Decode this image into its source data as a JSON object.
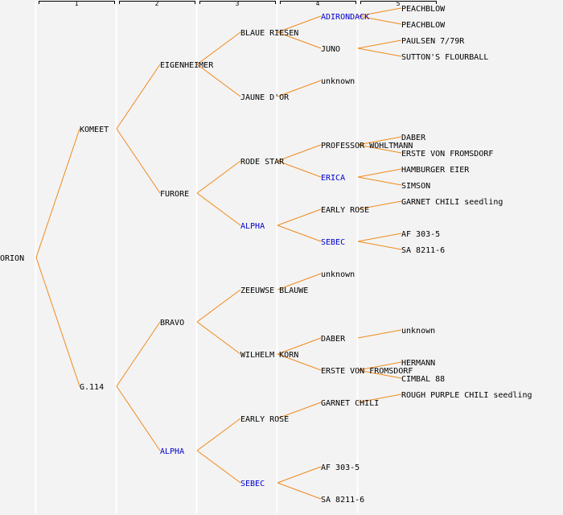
{
  "pedigree": {
    "root": "ORION",
    "generation_labels": [
      "1",
      "2",
      "3",
      "4",
      "5"
    ],
    "colors": {
      "line": "#f08a1c",
      "text": "#000000",
      "link": "#0000cc",
      "background": "#f3f3f3",
      "separator": "#ffffff"
    },
    "tree": {
      "name": "ORION",
      "children": [
        {
          "name": "KOMEET",
          "children": [
            {
              "name": "EIGENHEIMER",
              "children": [
                {
                  "name": "BLAUE RIESEN",
                  "children": [
                    {
                      "name": "ADIRONDACK",
                      "link": true,
                      "children": [
                        {
                          "name": "PEACHBLOW"
                        },
                        {
                          "name": "PEACHBLOW"
                        }
                      ]
                    },
                    {
                      "name": "JUNO",
                      "children": [
                        {
                          "name": "PAULSEN 7/79R"
                        },
                        {
                          "name": "SUTTON'S FLOURBALL"
                        }
                      ]
                    }
                  ]
                },
                {
                  "name": "JAUNE D'OR",
                  "children": [
                    {
                      "name": "unknown"
                    }
                  ]
                }
              ]
            },
            {
              "name": "FURORE",
              "children": [
                {
                  "name": "RODE STAR",
                  "children": [
                    {
                      "name": "PROFESSOR WOHLTMANN",
                      "children": [
                        {
                          "name": "DABER"
                        },
                        {
                          "name": "ERSTE VON FROMSDORF"
                        }
                      ]
                    },
                    {
                      "name": "ERICA",
                      "link": true,
                      "children": [
                        {
                          "name": "HAMBURGER EIER"
                        },
                        {
                          "name": "SIMSON"
                        }
                      ]
                    }
                  ]
                },
                {
                  "name": "ALPHA",
                  "link": true,
                  "children": [
                    {
                      "name": "EARLY ROSE",
                      "children": [
                        {
                          "name": "GARNET CHILI seedling"
                        }
                      ]
                    },
                    {
                      "name": "SEBEC",
                      "link": true,
                      "children": [
                        {
                          "name": "AF 303-5"
                        },
                        {
                          "name": "SA 8211-6"
                        }
                      ]
                    }
                  ]
                }
              ]
            }
          ]
        },
        {
          "name": "G.114",
          "children": [
            {
              "name": "BRAVO",
              "children": [
                {
                  "name": "ZEEUWSE BLAUWE",
                  "children": [
                    {
                      "name": "unknown"
                    }
                  ]
                },
                {
                  "name": "WILHELM KORN",
                  "children": [
                    {
                      "name": "DABER",
                      "children": [
                        {
                          "name": "unknown"
                        }
                      ]
                    },
                    {
                      "name": "ERSTE VON FROMSDORF",
                      "children": [
                        {
                          "name": "HERMANN"
                        },
                        {
                          "name": "CIMBAL 88"
                        }
                      ]
                    }
                  ]
                }
              ]
            },
            {
              "name": "ALPHA",
              "link": true,
              "children": [
                {
                  "name": "EARLY ROSE",
                  "children": [
                    {
                      "name": "GARNET CHILI",
                      "children": [
                        {
                          "name": "ROUGH PURPLE CHILI seedling"
                        }
                      ]
                    }
                  ]
                },
                {
                  "name": "SEBEC",
                  "link": true,
                  "children": [
                    {
                      "name": "AF 303-5"
                    },
                    {
                      "name": "SA 8211-6"
                    }
                  ]
                }
              ]
            }
          ]
        }
      ]
    }
  }
}
